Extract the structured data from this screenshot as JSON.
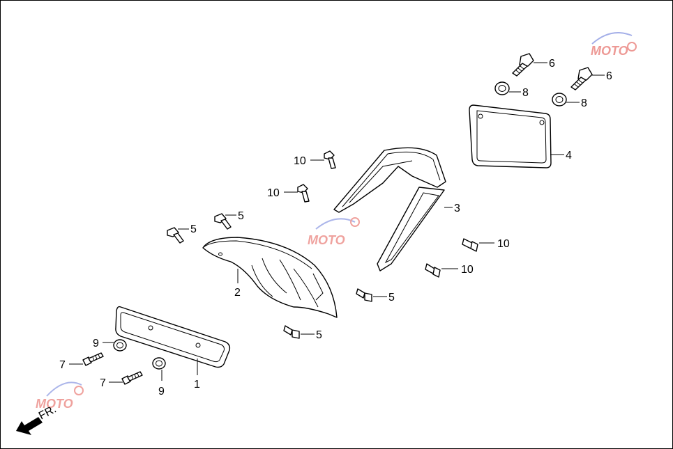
{
  "diagram": {
    "direction_label": "FR.",
    "watermark_text": "MOTO",
    "callouts": {
      "license_plate_small": "1",
      "front_fender": "2",
      "fender_stay": "3",
      "license_plate_large": "4",
      "screw_a1": "5",
      "screw_a2": "5",
      "screw_a3": "5",
      "screw_a4": "5",
      "bolt_b1": "6",
      "bolt_b2": "6",
      "screw_c1": "7",
      "screw_c2": "7",
      "grommet_d1": "8",
      "grommet_d2": "8",
      "grommet_e1": "9",
      "grommet_e2": "9",
      "bolt_f1": "10",
      "bolt_f2": "10",
      "bolt_f3": "10",
      "bolt_f4": "10"
    },
    "colors": {
      "line": "#000000",
      "background": "#ffffff",
      "watermark_red": "#e0473f",
      "watermark_blue": "#5b6fd6"
    }
  }
}
